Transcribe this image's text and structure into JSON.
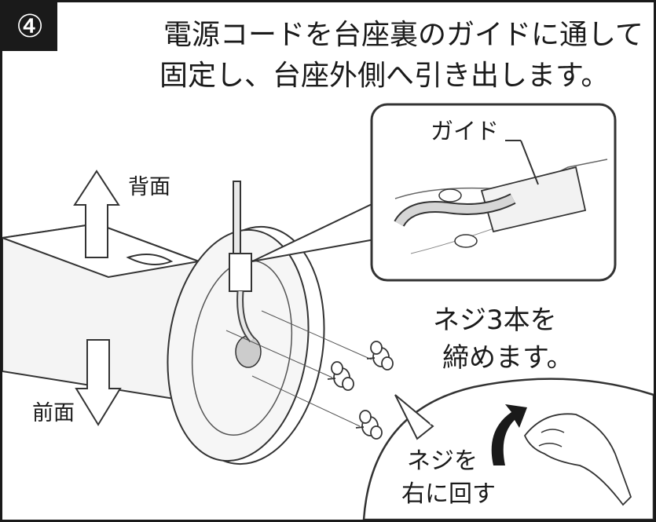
{
  "step_number": "④",
  "title_line1": "電源コードを台座裏のガイドに通して",
  "title_line2": "固定し、台座外側へ引き出します。",
  "labels": {
    "back": "背面",
    "front": "前面",
    "guide": "ガイド",
    "screws_line1": "ネジ3本を",
    "screws_line2": "締めます。",
    "turn_line1": "ネジを",
    "turn_line2": "右に回す"
  }
}
